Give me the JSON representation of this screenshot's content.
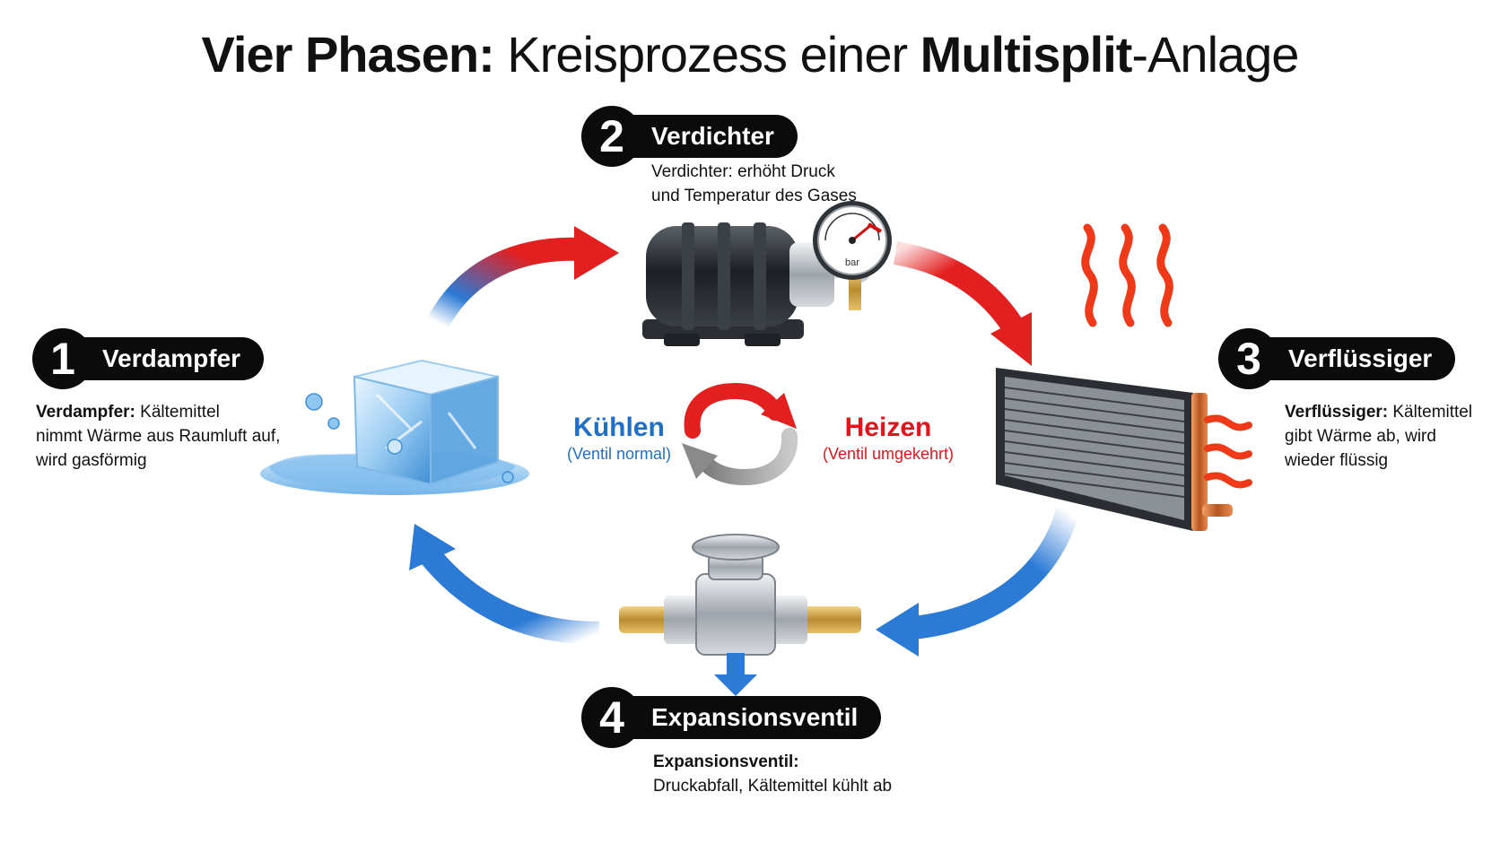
{
  "title": {
    "part1": "Vier Phasen:",
    "part2": " Kreisprozess einer ",
    "part3": "Multisplit",
    "part4": "-Anlage"
  },
  "phases": [
    {
      "number": "1",
      "label": "Verdampfer",
      "desc_bold": "Verdampfer:",
      "desc_line1": " Kältemittel",
      "desc_line2": "nimmt Wärme aus Raumluft auf,",
      "desc_line3": "wird gasförmig",
      "icon": "ice-cube-icon"
    },
    {
      "number": "2",
      "label": "Verdichter",
      "desc_line1": "Verdichter: erhöht Druck",
      "desc_line2": "und Temperatur des Gases",
      "icon": "compressor-icon"
    },
    {
      "number": "3",
      "label": "Verflüssiger",
      "desc_bold": "Verflüssiger:",
      "desc_line1": " Kältemittel",
      "desc_line2": "gibt Wärme ab, wird",
      "desc_line3": "wieder flüssig",
      "icon": "condenser-icon"
    },
    {
      "number": "4",
      "label": "Expansionsventil",
      "desc_bold": "Expansionsventil:",
      "desc_line2": "Druckabfall, Kältemittel kühlt ab",
      "icon": "expansion-valve-icon"
    }
  ],
  "modes": {
    "cooling": {
      "label": "Kühlen",
      "note": "(Ventil normal)",
      "color": "#1f6fc9"
    },
    "heating": {
      "label": "Heizen",
      "note": "(Ventil umgekehrt)",
      "color": "#e0161d"
    }
  },
  "gauge_unit": "bar"
}
